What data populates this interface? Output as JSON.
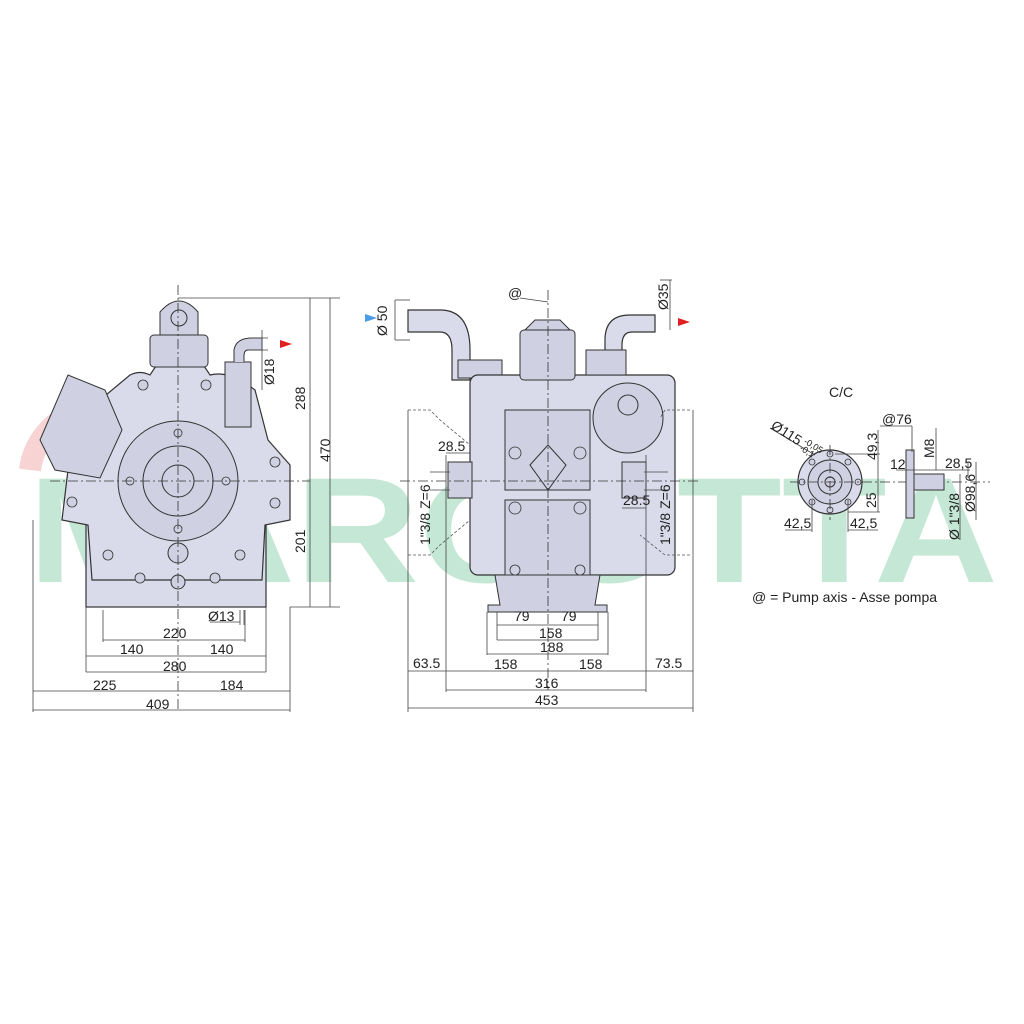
{
  "watermark": "MARCOTTA",
  "colors": {
    "inlet_arrow": "#4a9be8",
    "outlet_arrow": "#e02020",
    "body": "#dadbea",
    "watermark": "#2fae6a"
  },
  "front_view": {
    "dims": {
      "height_total": "470",
      "height_upper": "288",
      "height_lower": "201",
      "outlet_dia": "Ø18",
      "hole_dia": "Ø13",
      "d220": "220",
      "d140_left": "140",
      "d140_right": "140",
      "d280": "280",
      "d225": "225",
      "d184": "184",
      "d409": "409"
    }
  },
  "side_view": {
    "dims": {
      "inlet_dia": "Ø 50",
      "pump_axis": "@",
      "outlet_dia": "Ø35",
      "shaft_left_offset": "28.5",
      "shaft_left": "1\"3/8 Z=6",
      "shaft_right_offset": "28.5",
      "shaft_right": "1\"3/8 Z=6",
      "d79_left": "79",
      "d79_right": "79",
      "d158_feet": "158",
      "d188": "188",
      "d63_5": "63.5",
      "d158_left": "158",
      "d158_right": "158",
      "d73_5": "73.5",
      "d316": "316",
      "d453": "453"
    }
  },
  "flange_view": {
    "title": "C/C",
    "dims": {
      "flange_dia": "Ø115",
      "tol_upper": "-0,05",
      "tol_lower": "-0,1",
      "d49_3": "49,3",
      "axis76": "@76",
      "m8": "M8",
      "d12": "12",
      "d28_5": "28,5",
      "d25": "25",
      "d42_5_left": "42,5",
      "d42_5_right": "42,5",
      "shaft": "Ø 1\"3/8",
      "d98_6": "Ø98,6"
    }
  },
  "legend": "@  = Pump axis - Asse pompa"
}
